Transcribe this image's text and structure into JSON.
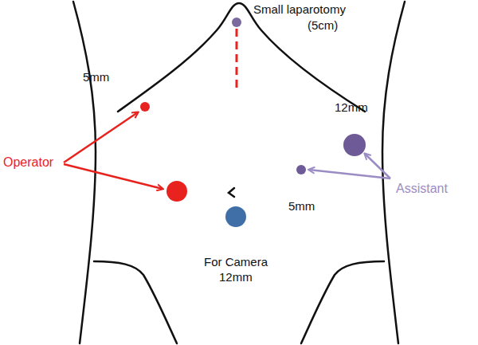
{
  "diagram": {
    "labels": [
      "Small laparotomy",
      "(5cm)",
      "5mm",
      "12mm",
      "Operator",
      "Assistant",
      "5mm",
      "For Camera",
      "12mm"
    ]
  }
}
